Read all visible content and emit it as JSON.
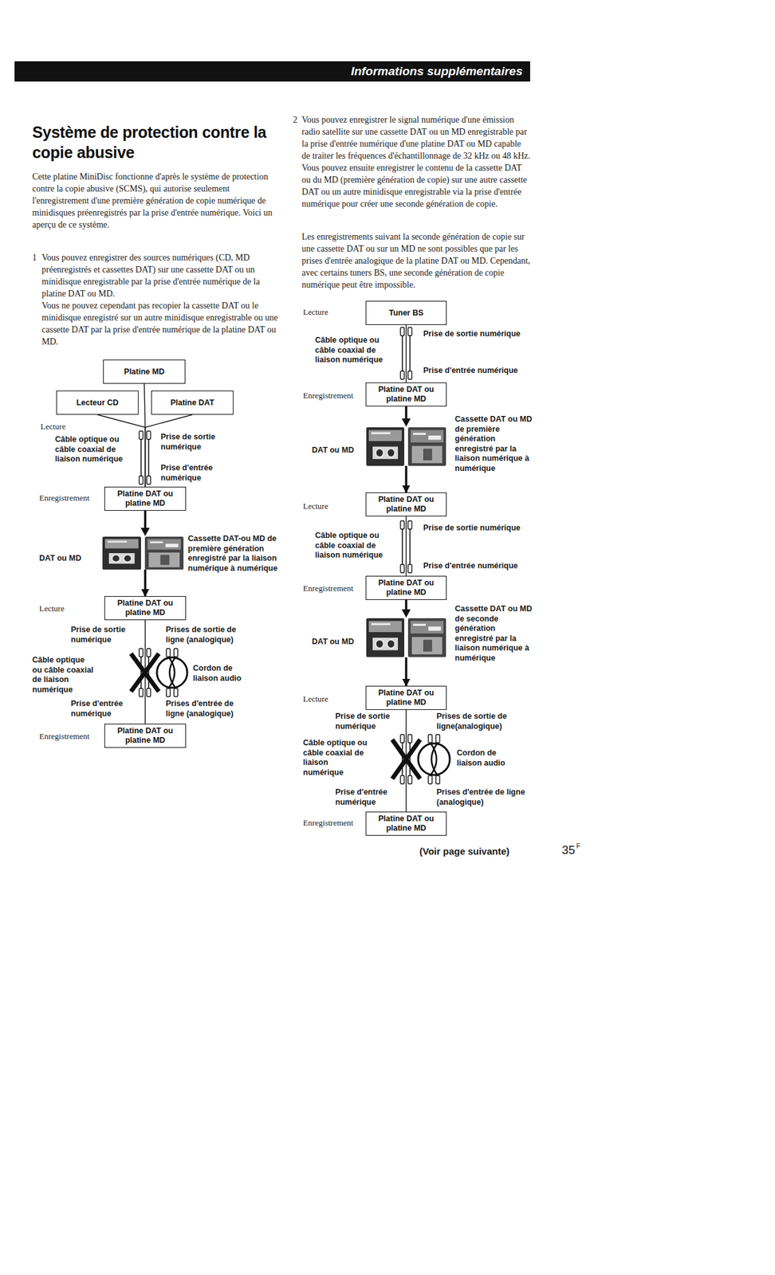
{
  "diagram": {
    "title": "Système de protection contre la copie abusive",
    "nodes": [
      {
        "text": [
          "Informations supplémentaires"
        ]
      },
      {
        "text": [
          "Platine MD"
        ]
      },
      {
        "text": [
          "Lecteur CD"
        ]
      },
      {
        "text": [
          "Platine DAT"
        ]
      },
      {
        "text": [
          "Platine DAT ou platine MD"
        ]
      },
      {
        "text": [
          "Platine DAT ou platine MD"
        ]
      },
      {
        "text": [
          "Platine DAT ou platine MD"
        ]
      },
      {
        "text": [
          "Tuner BS"
        ]
      },
      {
        "text": [
          "Platine DAT ou platine MD"
        ]
      },
      {
        "text": [
          "Platine DAT ou platine MD"
        ]
      },
      {
        "text": [
          "Platine DAT ou platine MD"
        ]
      },
      {
        "text": [
          "Platine DAT ou platine MD"
        ]
      },
      {
        "text": [
          "Platine DAT ou platine MD"
        ]
      }
    ],
    "edges": [
      {
        "from": 1,
        "to": 4,
        "arrow": "none"
      },
      {
        "from": 2,
        "to": 4,
        "arrow": "none"
      },
      {
        "from": 3,
        "to": 4,
        "arrow": "none"
      },
      {
        "from": 4,
        "to": 5,
        "arrow": "to"
      },
      {
        "from": 5,
        "to": 6,
        "arrow": "none"
      },
      {
        "from": 7,
        "to": 8,
        "arrow": "none"
      },
      {
        "from": 8,
        "to": 9,
        "arrow": "to"
      },
      {
        "from": 9,
        "to": 10,
        "arrow": "none"
      },
      {
        "from": 10,
        "to": 11,
        "arrow": "to"
      },
      {
        "from": 11,
        "to": 12,
        "arrow": "none"
      }
    ],
    "labels": [
      "Cette platine MiniDisc fonctionne d'après le système de protection contre la copie abusive (SCMS), qui autorise seulement l'enregistrement d'une première génération de copie numérique de minidisques préenregistrés par la prise d'entrée numérique. Voici un aperçu de ce système.",
      "1",
      "Vous pouvez enregistrer des sources numériques (CD, MD préenregistrés et cassettes DAT) sur une cassette DAT ou un minidisque enregistrable par la prise d'entrée numérique de la platine DAT ou MD.",
      "Vous ne pouvez cependant pas recopier la cassette DAT ou le minidisque enregistré sur un autre minidisque enregistrable ou une cassette DAT par la prise d'entrée numérique de la platine DAT ou MD.",
      "2",
      "Vous pouvez enregistrer le signal numérique d'une émission radio satellite sur une cassette DAT ou un MD enregistrable par la prise d'entrée numérique d'une platine DAT ou MD capable de traiter les fréquences d'échantillonnage de 32 kHz ou 48 kHz. Vous pouvez ensuite enregistrer le contenu de la cassette DAT ou du MD (première génération de copie) sur une autre cassette DAT ou un autre minidisque enregistrable via la prise d'entrée numérique pour créer une seconde génération de copie.",
      "Les enregistrements suivant la seconde génération de copie sur une cassette DAT ou sur un MD ne sont possibles que par les prises d'entrée analogique de la platine DAT ou MD. Cependant, avec certains tuners BS, une seconde génération de copie numérique peut être impossible.",
      "Lecture",
      "Câble optique ou câble coaxial de liaison numérique",
      "Prise de sortie numérique",
      "Prise d'entrée numérique",
      "Enregistrement",
      "DAT ou MD",
      "Cassette DAT-ou MD de première génération enregistré par la liaison numérique à numérique",
      "Lecture",
      "Prise de sortie numérique",
      "Prises de sortie de ligne (analogique)",
      "Câble optique ou câble coaxial de liaison numérique",
      "Cordon de liaison audio",
      "Prise d'entrée numérique",
      "Prises d'entrée de ligne (analogique)",
      "Enregistrement",
      "Lecture",
      "Câble optique ou câble coaxial de liaison numérique",
      "Prise de sortie numérique",
      "Prise d'entrée numérique",
      "Enregistrement",
      "DAT ou MD",
      "Cassette DAT ou MD de première génération enregistré par la liaison numérique à numérique",
      "Lecture",
      "Câble optique ou câble coaxial de liaison numérique",
      "Prise de sortie numérique",
      "Prise d'entrée numérique",
      "Enregistrement",
      "DAT ou MD",
      "Cassette DAT ou MD de seconde génération enregistré par la liaison numérique à numérique",
      "Lecture",
      "Prise de sortie numérique",
      "Prises de sortie de ligne(analogique)",
      "Câble optique ou câble coaxial de liaison numérique",
      "Cordon de liaison audio",
      "Prise d'entrée numérique",
      "Prises d'entrée de ligne (analogique)",
      "Enregistrement",
      "(Voir page suivante)",
      "35",
      "F"
    ]
  }
}
